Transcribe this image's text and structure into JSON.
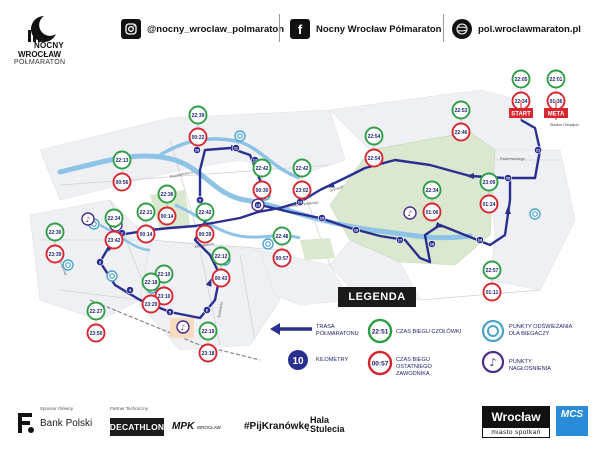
{
  "header": {
    "brand_line1": "NOCNY",
    "brand_line2": "WROCŁAW",
    "brand_line3": "PÓŁMARATON",
    "instagram": "@nocny_wroclaw_polmaraton",
    "facebook": "Nocny Wrocław Półmaraton",
    "website": "pol.wroclawmaraton.pl"
  },
  "icons": {
    "instagram": "instagram-icon",
    "facebook": "facebook-icon",
    "website": "globe-icon"
  },
  "colors": {
    "route": "#2b2f8f",
    "leader_ring": "#2e9e44",
    "last_ring": "#d7262f",
    "refresh_ring": "#4aa3c8",
    "music_ring": "#4b2c86",
    "water": "#8fc3e6",
    "park": "#d9e8cf",
    "block": "#eef0f3",
    "start_flag": "#d7262f"
  },
  "map": {
    "start_label": "START",
    "finish_label": "META",
    "stadium_label": "Stadion Olimpijski",
    "time_pairs": [
      {
        "leader": "22:05",
        "last": "22:34"
      },
      {
        "leader": "22:01",
        "last": "01:36"
      },
      {
        "leader": "22:53",
        "last": "22:46"
      },
      {
        "leader": "22:54",
        "last": "22:54"
      },
      {
        "leader": "22:39",
        "last": "00:22"
      },
      {
        "leader": "22:13",
        "last": "00:56"
      },
      {
        "leader": "22:42",
        "last": "00:30"
      },
      {
        "leader": "22:42",
        "last": "23:02"
      },
      {
        "leader": "22:34",
        "last": "01:06"
      },
      {
        "leader": "23:09",
        "last": "01:24"
      },
      {
        "leader": "22:36",
        "last": "00:14"
      },
      {
        "leader": "22:21",
        "last": "00:14"
      },
      {
        "leader": "22:42",
        "last": "00:39"
      },
      {
        "leader": "22:34",
        "last": "23:42"
      },
      {
        "leader": "22:30",
        "last": "23:39"
      },
      {
        "leader": "22:12",
        "last": "00:43"
      },
      {
        "leader": "22:48",
        "last": "00:57"
      },
      {
        "leader": "22:10",
        "last": "23:10"
      },
      {
        "leader": "22:18",
        "last": "23:29"
      },
      {
        "leader": "22:27",
        "last": "23:50"
      },
      {
        "leader": "22:57",
        "last": "01:11"
      },
      {
        "leader": "22:19",
        "last": "23:18"
      }
    ],
    "km_markers": [
      "1",
      "2",
      "3",
      "4",
      "5",
      "6",
      "7",
      "8",
      "9",
      "10",
      "11",
      "12",
      "13",
      "14",
      "15",
      "16",
      "17",
      "18",
      "19",
      "20",
      "21"
    ],
    "streets": [
      "Al. Hallera",
      "Powstańców Śl.",
      "Kazimierza Wielkiego",
      "Legnicka",
      "Świdnicka",
      "Grunwaldzka",
      "Mickiewicza",
      "Pl. Grunwaldzki",
      "Al. Kochanowskiego",
      "Paderewskiego"
    ]
  },
  "legend": {
    "title": "LEGENDA",
    "route": "TRASA PÓŁMARATONU",
    "leader_time": "CZAS BIEGU CZOŁÓWKI",
    "leader_sample": "22:51",
    "refresh": "PUNKTY ODŚWIEŻANIA DLA BIEGACZY",
    "km": "KILOMETRY",
    "km_sample": "10",
    "last_time": "CZAS BIEGU OSTATNIEGO ZAWODNIKA",
    "last_sample": "00:57",
    "music": "PUNKTY NAGŁOŚNIENIA"
  },
  "sponsors": {
    "main_caption": "Sponsor Główny",
    "tech_caption": "Partner Techniczny",
    "bank": "Bank Polski",
    "decathlon": "DECATHLON",
    "mpk": "MPK",
    "mpk_city": "WROCŁAW",
    "hashtag": "#PijKranówkę",
    "hala_line1": "Hala",
    "hala_line2": "Stulecia",
    "wroclaw": "Wrocław",
    "wroclaw_sub": "miasto spotkań",
    "mcs": "MCS"
  }
}
